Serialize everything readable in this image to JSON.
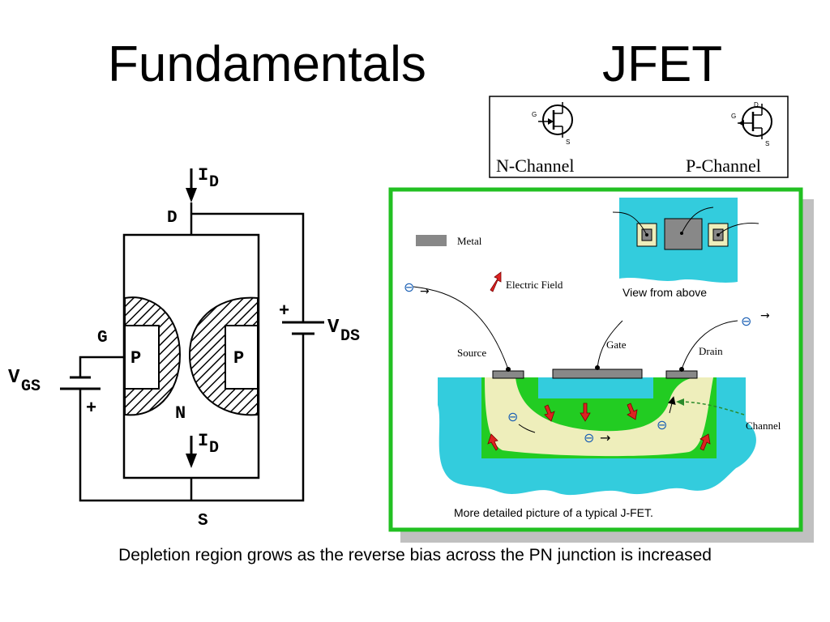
{
  "slide": {
    "title_left": "Fundamentals",
    "title_right": "JFET",
    "caption": "Depletion region grows as the reverse bias across the PN junction is increased"
  },
  "circuit": {
    "id_top": "I",
    "id_top_sub": "D",
    "drain": "D",
    "gate": "G",
    "p_left": "P",
    "p_right": "P",
    "n_region": "N",
    "id_bottom": "I",
    "id_bottom_sub": "D",
    "source": "S",
    "vds": "V",
    "vds_sub": "DS",
    "vds_plus": "+",
    "vgs": "V",
    "vgs_sub": "GS",
    "vgs_plus": "+"
  },
  "symbols": {
    "n_channel": "N-Channel",
    "p_channel": "P-Channel",
    "g_label": "G",
    "d_label": "D",
    "s_label": "S"
  },
  "cross_section": {
    "metal": "Metal",
    "electric_field": "Electric Field",
    "view_from_above": "View from above",
    "source": "Source",
    "gate": "Gate",
    "drain": "Drain",
    "channel": "Channel",
    "electron": "⊖",
    "arrow": "→",
    "picture_caption": "More detailed picture of a typical J-FET."
  },
  "colors": {
    "frame_green": "#22c022",
    "water_blue": "#33ccdd",
    "p_green": "#22cc22",
    "channel_cream": "#eeeebb",
    "metal_gray": "#888888",
    "field_red": "#dd2222",
    "electron_blue": "#1a5fb4"
  }
}
